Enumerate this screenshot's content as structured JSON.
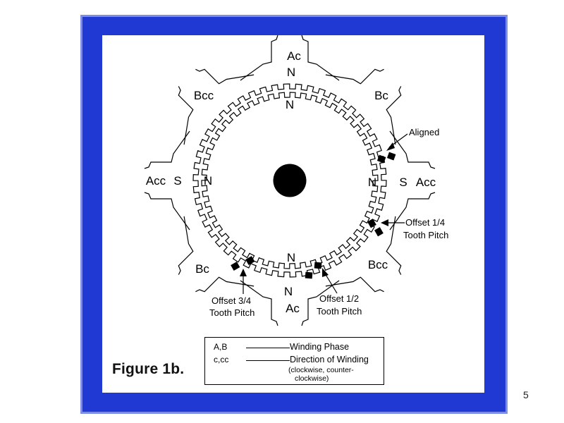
{
  "figure": {
    "title": "Figure 1b.",
    "page_number": "5"
  },
  "poles": {
    "top": {
      "phase": "Ac",
      "stator": "N",
      "rotor": "N"
    },
    "bottom": {
      "phase": "Ac",
      "stator": "N",
      "rotor": "N"
    },
    "left": {
      "phase": "Acc",
      "stator": "S",
      "rotor": "N"
    },
    "right": {
      "phase": "Acc",
      "stator": "S",
      "rotor": "N"
    },
    "upper_left": {
      "phase": "Bcc"
    },
    "upper_right": {
      "phase": "Bc"
    },
    "lower_left": {
      "phase": "Bc"
    },
    "lower_right": {
      "phase": "Bcc"
    }
  },
  "annotations": {
    "aligned": "Aligned",
    "offset_quarter": [
      "Offset 1/4",
      "Tooth Pitch"
    ],
    "offset_half": [
      "Offset 1/2",
      "Tooth Pitch"
    ],
    "offset_three_quarter": [
      "Offset 3/4",
      "Tooth Pitch"
    ]
  },
  "legend": {
    "rows": [
      {
        "key": "A,B",
        "description": "Winding Phase"
      },
      {
        "key": "c,cc",
        "description": "Direction of Winding"
      }
    ],
    "note_line1": "(clockwise, counter-",
    "note_line2": "clockwise)"
  },
  "colors": {
    "frame_blue": "#1f39d2",
    "frame_border": "#7d8ee8",
    "ink": "#000000"
  }
}
